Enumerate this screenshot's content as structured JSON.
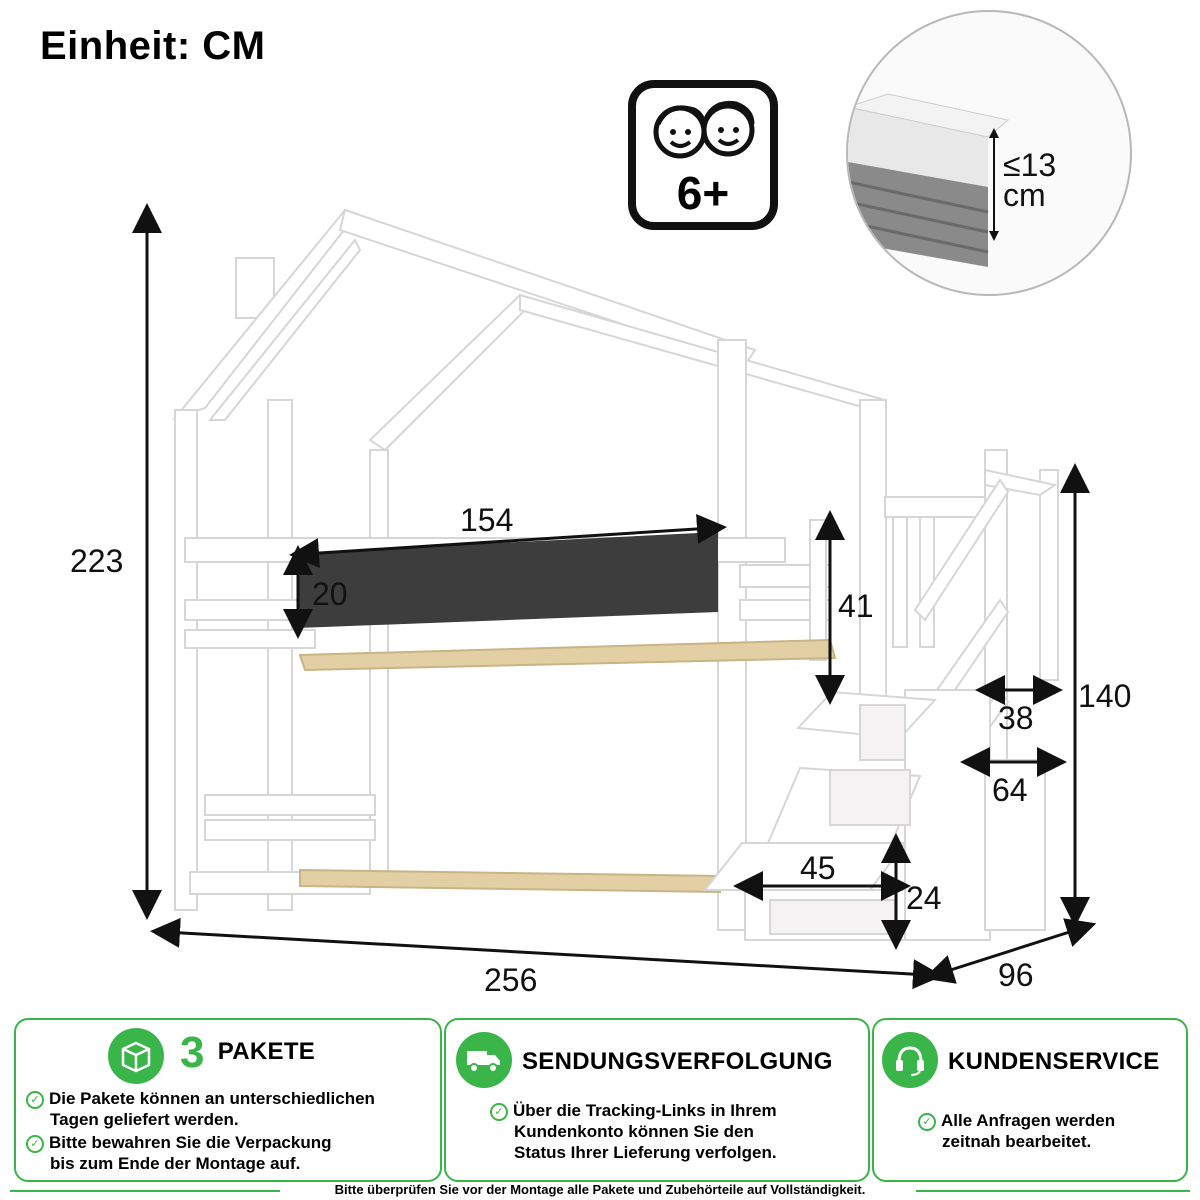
{
  "unit_title": "Einheit: CM",
  "age_badge": {
    "text": "6+",
    "icon": "children-faces-icon"
  },
  "mattress": {
    "limit": "≤13",
    "unit": "cm"
  },
  "dimensions": {
    "height_total": "223",
    "width_total": "256",
    "depth": "96",
    "stairs_height": "140",
    "board_length": "154",
    "board_height": "20",
    "rail_height": "41",
    "step_depth_top": "38",
    "step_depth_bottom": "64",
    "step_width": "45",
    "step_height": "24"
  },
  "boxes": [
    {
      "icon": "package-box-icon",
      "number": "3",
      "title": "PAKETE",
      "bullets": [
        [
          "Die Pakete können an unterschiedlichen",
          "Tagen geliefert werden."
        ],
        [
          "Bitte bewahren Sie die Verpackung",
          "bis zum Ende der Montage auf."
        ]
      ]
    },
    {
      "icon": "delivery-truck-icon",
      "title": "SENDUNGSVERFOLGUNG",
      "bullets": [
        [
          "Über die Tracking-Links in Ihrem",
          "Kundenkonto können Sie den",
          "Status Ihrer Lieferung verfolgen."
        ]
      ]
    },
    {
      "icon": "headset-icon",
      "title": "KUNDENSERVICE",
      "bullets": [
        [
          "Alle Anfragen werden",
          "zeitnah bearbeitet."
        ]
      ]
    }
  ],
  "footer_note": "Bitte überprüfen Sie vor der Montage alle Pakete und Zubehörteile auf Vollständigkeit.",
  "colors": {
    "accent": "#3ab54a",
    "board": "#3d3d3d",
    "frame": "#ffffff",
    "slats": "#e2cfa4"
  }
}
